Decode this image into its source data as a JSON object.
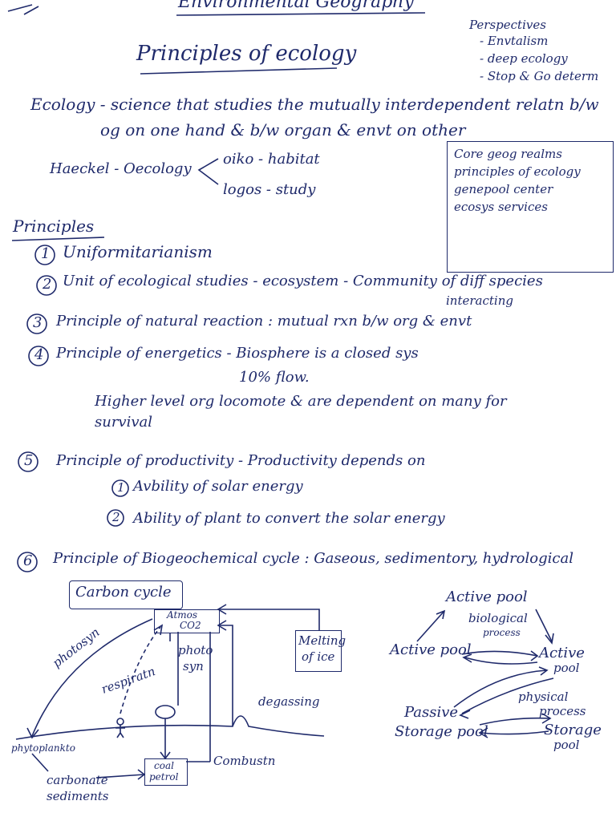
{
  "header": {
    "course_title": "Environmental Geography",
    "page_title": "Principles of ecology"
  },
  "perspectives": {
    "heading": "Perspectives",
    "items": [
      "- Envtalism",
      "- deep ecology",
      "- Stop & Go determ"
    ]
  },
  "definition": {
    "line1": "Ecology - science that studies the mutually interdependent relatn b/w",
    "line2": "og on one hand & b/w organ & envt on other"
  },
  "haeckel": {
    "name": "Haeckel - Oecology",
    "oiko": "oiko - habitat",
    "logos": "logos - study"
  },
  "note_box": {
    "lines": [
      "Core geog realms",
      "principles of ecology",
      "genepool center",
      "ecosys services"
    ]
  },
  "principles": {
    "heading": "Principles",
    "p1": {
      "num": "1",
      "text": "Uniformitarianism"
    },
    "p2": {
      "num": "2",
      "text": "Unit of ecological studies - ecosystem - Community of diff species",
      "sub": "interacting"
    },
    "p3": {
      "num": "3",
      "text": "Principle of natural reaction : mutual rxn b/w org & envt"
    },
    "p4": {
      "num": "4",
      "text": "Principle of energetics - Biosphere is a closed sys",
      "flow": "10% flow.",
      "note1": "Higher level org locomote & are dependent on many for",
      "note2": "survival"
    },
    "p5": {
      "num": "5",
      "text": "Principle of productivity - Productivity depends on",
      "subs": [
        {
          "num": "1",
          "text": "Avbility of solar energy"
        },
        {
          "num": "2",
          "text": "Ability of plant to convert the solar energy"
        }
      ]
    },
    "p6": {
      "num": "6",
      "text": "Principle of Biogeochemical cycle : Gaseous, sedimentory, hydrological"
    }
  },
  "carbon_cycle": {
    "title": "Carbon cycle",
    "atmos": [
      "Atmos",
      "CO2"
    ],
    "melting": [
      "Melting",
      "of ice"
    ],
    "photosyn": "photosyn",
    "respiration": "respiratn",
    "photo_syn": [
      "photo",
      "syn"
    ],
    "degassing": "degassing",
    "phytoplankton": "phytoplankto",
    "coal": [
      "coal",
      "petrol"
    ],
    "combustion": "Combustn",
    "carbonate": [
      "carbonate",
      "sediments"
    ]
  },
  "pool_diagram": {
    "active_top": "Active pool",
    "biological": [
      "biological",
      "process"
    ],
    "active_left": "Active pool",
    "active_right": [
      "Active",
      "pool"
    ],
    "physical": [
      "physical",
      "process"
    ],
    "passive": [
      "Passive",
      "Storage pool"
    ],
    "storage_right": [
      "Storage",
      "pool"
    ]
  }
}
